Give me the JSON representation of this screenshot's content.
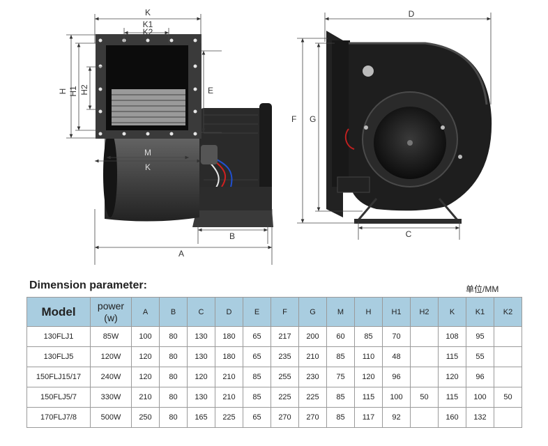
{
  "figure": {
    "left_labels": {
      "k": "K",
      "k1": "K1",
      "k2": "K2",
      "h": "H",
      "h1": "H1",
      "h2": "H2",
      "e": "E",
      "m": "M",
      "k_bottom": "K",
      "a": "A",
      "b": "B"
    },
    "right_labels": {
      "d": "D",
      "f": "F",
      "g": "G",
      "c": "C"
    }
  },
  "section_title": "Dimension parameter:",
  "unit_label": "单位/MM",
  "table": {
    "model_header": "Model",
    "power_header_line1": "power",
    "power_header_line2": "(w)",
    "dim_headers": [
      "A",
      "B",
      "C",
      "D",
      "E",
      "F",
      "G",
      "M",
      "H",
      "H1",
      "H2",
      "K",
      "K1",
      "K2"
    ],
    "rows": [
      [
        "130FLJ1",
        "85W",
        "100",
        "80",
        "130",
        "180",
        "65",
        "217",
        "200",
        "60",
        "85",
        "70",
        "",
        "108",
        "95",
        ""
      ],
      [
        "130FLJ5",
        "120W",
        "120",
        "80",
        "130",
        "180",
        "65",
        "235",
        "210",
        "85",
        "110",
        "48",
        "",
        "115",
        "55",
        ""
      ],
      [
        "150FLJ15/17",
        "240W",
        "120",
        "80",
        "120",
        "210",
        "85",
        "255",
        "230",
        "75",
        "120",
        "96",
        "",
        "120",
        "96",
        ""
      ],
      [
        "150FLJ5/7",
        "330W",
        "210",
        "80",
        "130",
        "210",
        "85",
        "225",
        "225",
        "85",
        "115",
        "100",
        "50",
        "115",
        "100",
        "50"
      ],
      [
        "170FLJ7/8",
        "500W",
        "250",
        "80",
        "165",
        "225",
        "65",
        "270",
        "270",
        "85",
        "117",
        "92",
        "",
        "160",
        "132",
        ""
      ]
    ]
  }
}
